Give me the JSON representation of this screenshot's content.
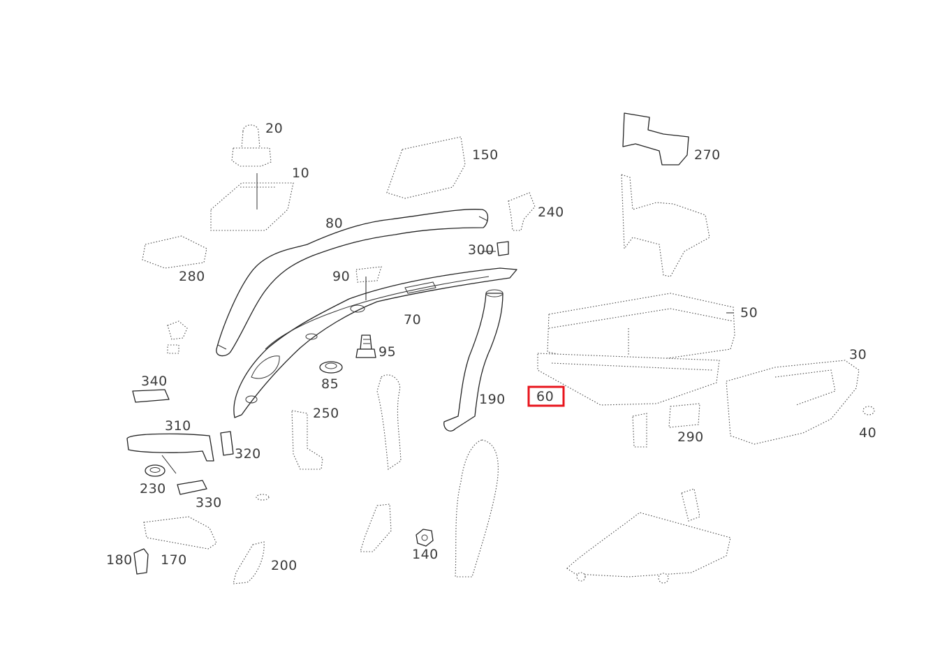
{
  "diagram": {
    "callouts": {
      "c10": "10",
      "c20": "20",
      "c30": "30",
      "c40": "40",
      "c50": "50",
      "c60": "60",
      "c70": "70",
      "c80": "80",
      "c85": "85",
      "c90": "90",
      "c95": "95",
      "c140": "140",
      "c150": "150",
      "c170": "170",
      "c180": "180",
      "c190": "190",
      "c200": "200",
      "c230": "230",
      "c240": "240",
      "c250": "250",
      "c270": "270",
      "c280": "280",
      "c290": "290",
      "c300": "300",
      "c310": "310",
      "c320": "320",
      "c330": "330",
      "c340": "340"
    },
    "highlighted_part": "60",
    "highlight_color": "#e8141c"
  }
}
